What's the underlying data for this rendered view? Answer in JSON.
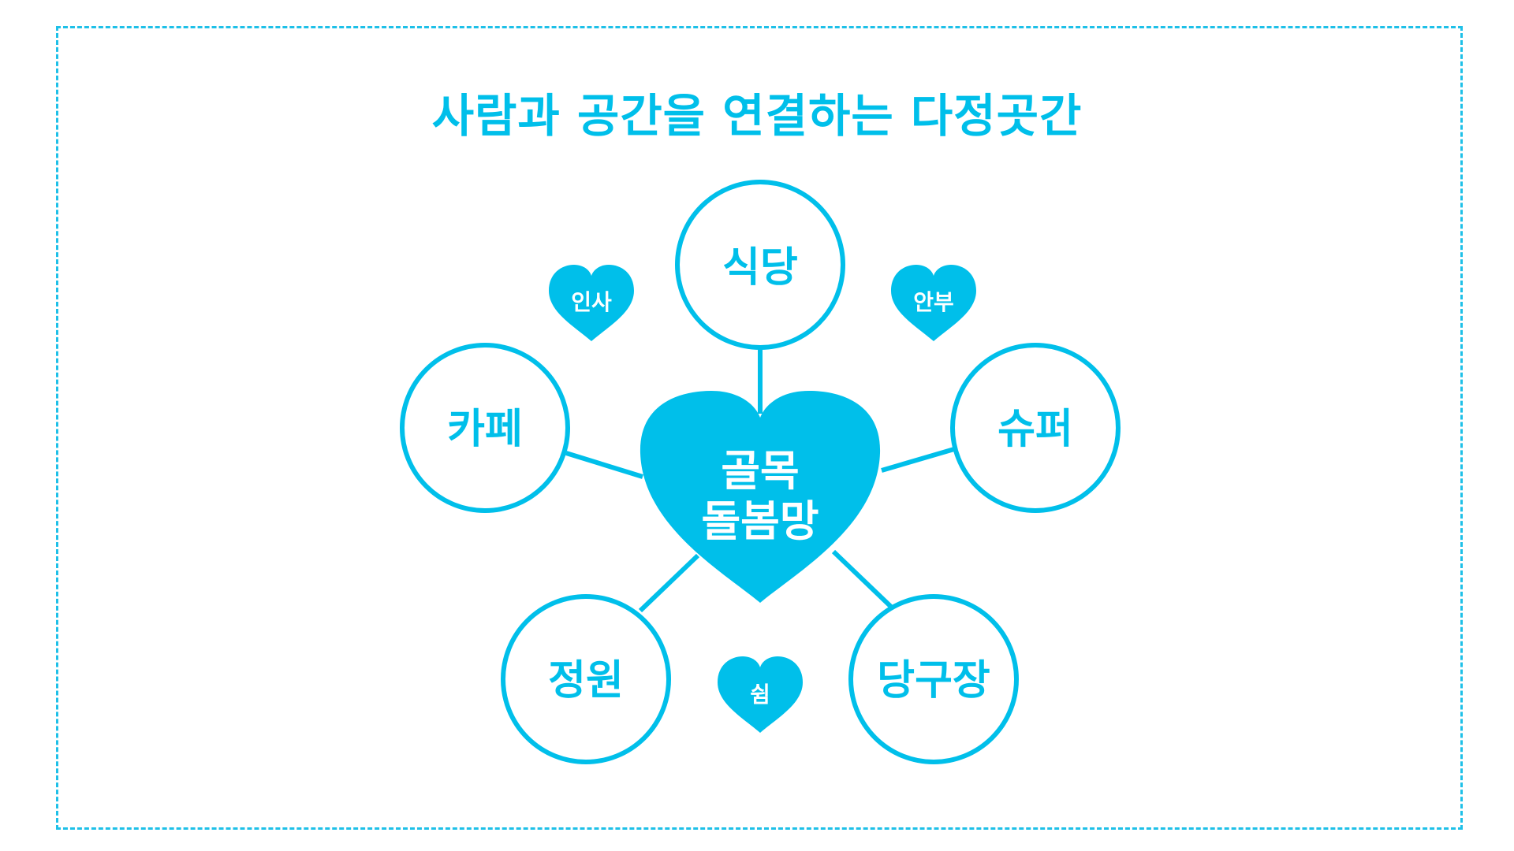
{
  "title": "사람과 공간을 연결하는 다정곳간",
  "colors": {
    "accent": "#00bfea",
    "background": "#ffffff",
    "center_text": "#ffffff"
  },
  "center": {
    "line1": "골목",
    "line2": "돌봄망"
  },
  "places": {
    "restaurant": "식당",
    "cafe": "카페",
    "supermarket": "슈퍼",
    "garden": "정원",
    "billiards": "당구장"
  },
  "hearts": {
    "greeting": "인사",
    "regards": "안부",
    "rest": "쉼"
  }
}
